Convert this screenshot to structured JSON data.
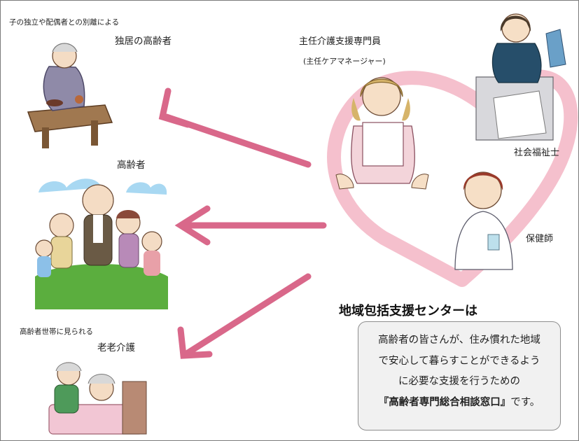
{
  "labels": {
    "solo_elder_line1": "子の独立や配偶者との別離による",
    "solo_elder_line2": "独居の高齢者",
    "elders": "高齢者",
    "elder_care_line1": "高齢者世帯に見られる",
    "elder_care_line2": "老老介護",
    "care_manager": "主任介護支援専門員",
    "care_manager_sub": "(主任ケアマネージャー)",
    "social_worker": "社会福祉士",
    "public_health_nurse": "保健師"
  },
  "info": {
    "title": "地域包括支援センターは",
    "lines": [
      "高齢者の皆さんが、住み慣れた地域",
      "で安心して暮らすことができるよう",
      "に必要な支援を行うための"
    ],
    "emphasis": "『高齢者専門総合相談窓口』",
    "suffix": "です。"
  },
  "colors": {
    "arrow": "#d9688a",
    "heart": "#f4b9c8",
    "info_bg": "#f1f1f1",
    "info_border": "#8e8e8e"
  },
  "icons": [
    "elder-alone-icon",
    "elder-group-icon",
    "elder-caregiving-icon",
    "care-manager-icon",
    "social-worker-icon",
    "public-health-nurse-icon",
    "heart-icon",
    "arrow-icon"
  ]
}
